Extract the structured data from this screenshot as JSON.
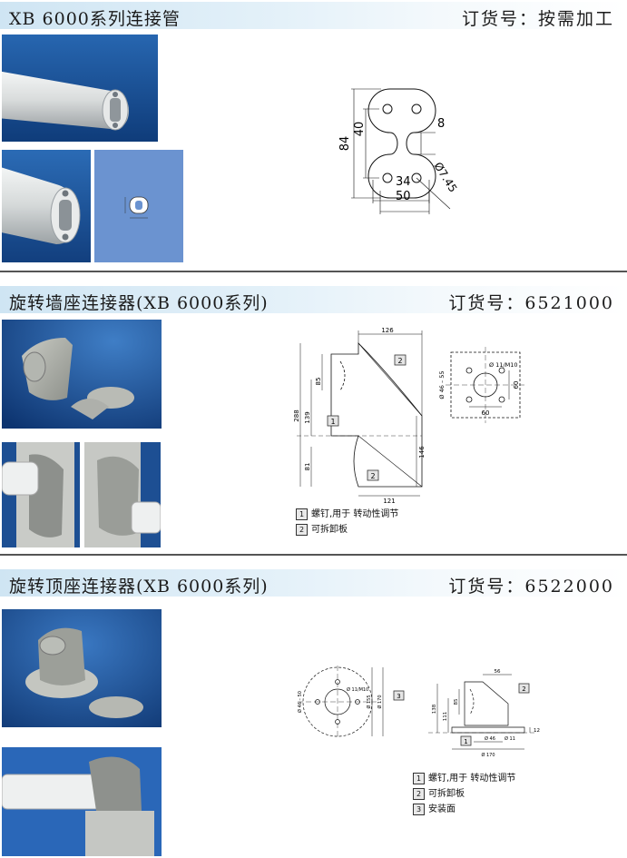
{
  "sections": [
    {
      "title": "XB 6000系列连接管",
      "order": "订货号：按需加工",
      "drawing": {
        "dims": [
          "84",
          "40",
          "8",
          "34",
          "50",
          "Ø7.45"
        ]
      }
    },
    {
      "title": "旋转墙座连接器(XB 6000系列)",
      "order": "订货号：6521000",
      "drawing": {
        "dims": [
          "126",
          "85",
          "139",
          "288",
          "81",
          "146",
          "121",
          "Ø 46 – 55",
          "Ø 11/M10",
          "60",
          "60"
        ]
      },
      "legend": [
        {
          "num": "1",
          "text": "螺钉,用于 转动性调节"
        },
        {
          "num": "2",
          "text": "可拆卸板"
        }
      ]
    },
    {
      "title": "旋转顶座连接器(XB 6000系列)",
      "order": "订货号：6522000",
      "drawing": {
        "dims": [
          "Ø 11/M10",
          "Ø 46 – 50",
          "Ø 155",
          "Ø 170",
          "56",
          "138",
          "111",
          "85",
          "12",
          "Ø 46",
          "Ø 11",
          "Ø 170"
        ]
      },
      "legend": [
        {
          "num": "1",
          "text": "螺钉,用于 转动性调节"
        },
        {
          "num": "2",
          "text": "可拆卸板"
        },
        {
          "num": "3",
          "text": "安装面"
        }
      ]
    }
  ],
  "colors": {
    "band": "#cfe5f3",
    "photo_blue": "#1c4f8f",
    "panel_blue": "#6b93d0",
    "rule": "#555555"
  }
}
